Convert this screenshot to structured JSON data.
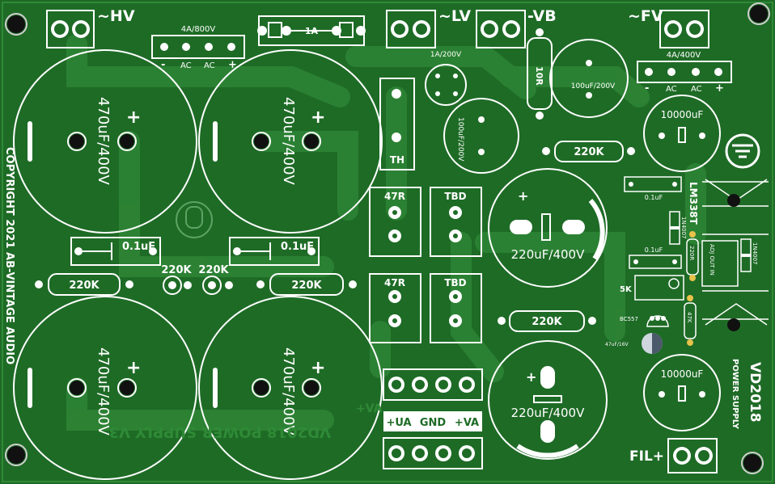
{
  "board": {
    "copyright": "COPYRIGHT 2021 AB-VINTAGE AUDIO",
    "model": "VD2018",
    "subtitle": "POWER SUPPLY",
    "ghost_text": "VD2018 POWER SUPPLY V3",
    "ghost_text_right": "+VA"
  },
  "connectors": {
    "hv": "~HV",
    "lv": "~LV",
    "vb": "-VB",
    "fv": "~FV",
    "fil": "FIL+",
    "out_ua": "+UA",
    "out_gnd": "GND",
    "out_va": "+VA"
  },
  "bridges": {
    "hv_rating": "4A/800V",
    "fv_rating": "4A/400V",
    "pins": [
      "-",
      "AC",
      "AC",
      "+"
    ]
  },
  "fuse": {
    "label": "1A"
  },
  "parts": {
    "cap_big": "470uF/400V",
    "plus": "+",
    "film_cap": "0.1uF",
    "res_220k": "220K",
    "res_10r": "10R",
    "th": "TH",
    "r47": "47R",
    "tbd": "TBD",
    "lv_bridge": "1A/200V",
    "cap_100": "100uF/200V",
    "cap_220": "220uF/400V",
    "cap_10000": "10000uF",
    "reg": "LM338T",
    "diode": "1N4007",
    "r220r": "220R",
    "pot": "5K",
    "transistor": "BC557",
    "r47k": "47K",
    "cap_small": "47uF/16V",
    "adj_out_in": "ADJ OUT IN"
  }
}
